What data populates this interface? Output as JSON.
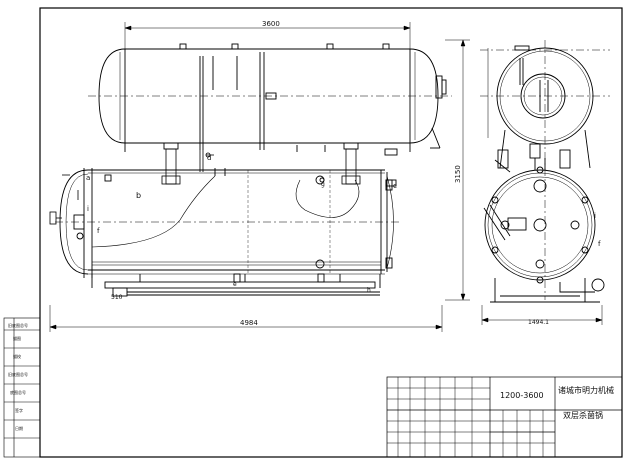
{
  "dimensions": {
    "top_length": "3600",
    "total_height": "3150",
    "total_length": "4984",
    "side_width": "1494.1",
    "small_offset": "510"
  },
  "part_labels": {
    "a": "a",
    "d": "d",
    "b": "b",
    "i": "i",
    "f": "f",
    "c": "c",
    "g": "g",
    "e": "e",
    "h": "h"
  },
  "title_block": {
    "model": "1200-3600",
    "company": "诸城市明力机械",
    "product": "双层杀菌锅"
  },
  "revision_block": {
    "rows": [
      "旧底图总号",
      "描图",
      "描校",
      "旧底图总号",
      "底图总号",
      "签字",
      "日期"
    ]
  }
}
